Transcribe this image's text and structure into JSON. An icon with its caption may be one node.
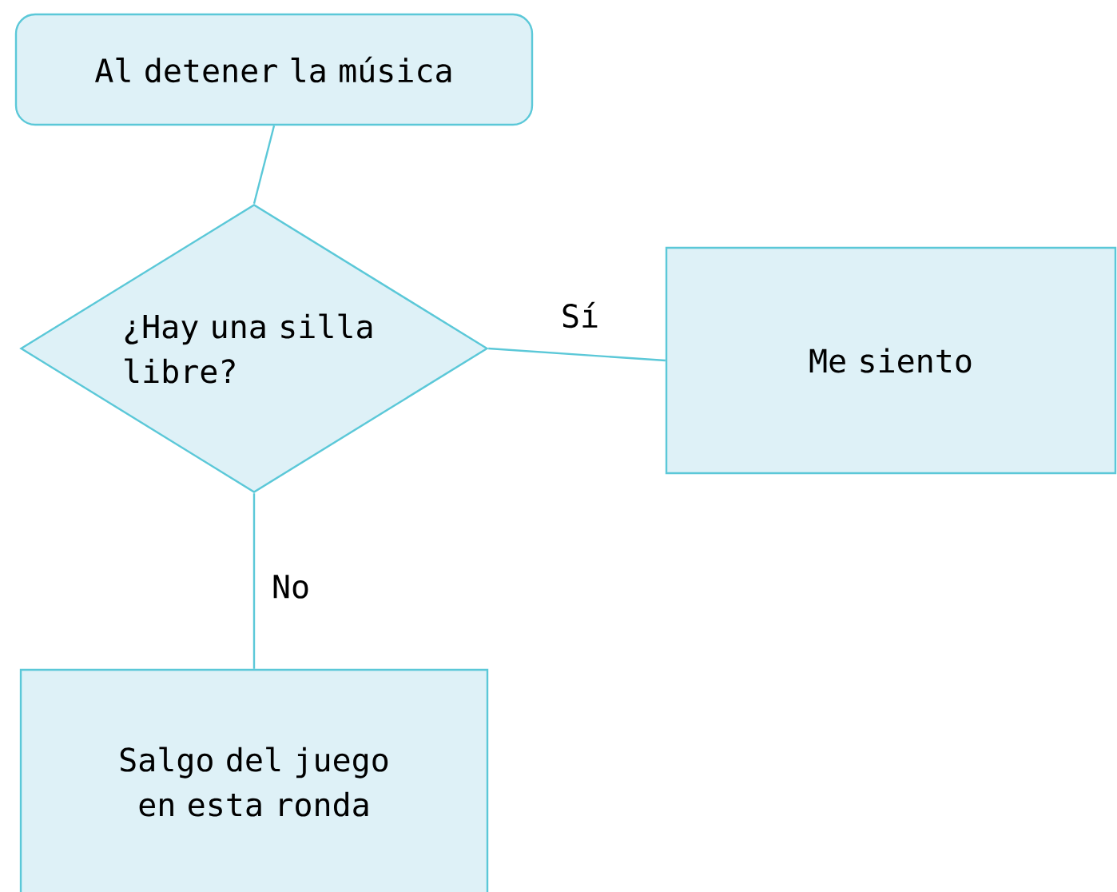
{
  "diagram": {
    "nodes": [
      {
        "text": [
          "Al detener la música"
        ]
      },
      {
        "text": [
          "¿Hay una silla libre?"
        ]
      },
      {
        "text": [
          "Me siento"
        ]
      },
      {
        "text": [
          "Salgo del juego en esta ronda"
        ]
      }
    ],
    "edges": [
      {
        "from": 0,
        "to": 1,
        "arrow": "none"
      },
      {
        "from": 1,
        "to": 2,
        "arrow": "none",
        "label": "Sí"
      },
      {
        "from": 1,
        "to": 3,
        "arrow": "none",
        "label": "No"
      }
    ]
  }
}
